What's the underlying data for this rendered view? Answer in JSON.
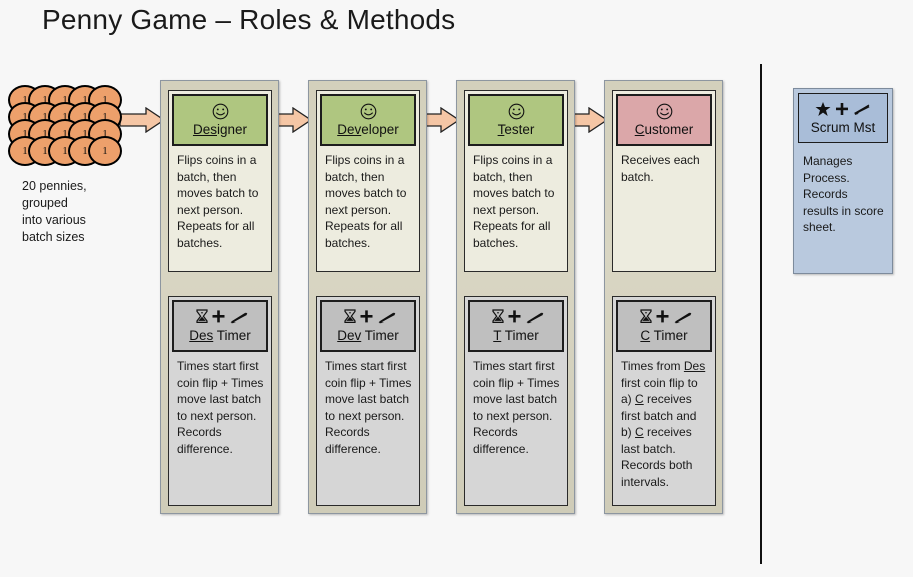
{
  "slide": {
    "title": "Penny Game – Roles & Methods",
    "background_color": "#f7f7f7"
  },
  "pennies": {
    "name": "penny-stack",
    "rows": 4,
    "columns": 5,
    "coin_count": 20,
    "coin_face_value": "1",
    "coin_color": "#eda06b",
    "caption": "20 pennies,\ngrouped\ninto various\nbatch sizes"
  },
  "flow_arrows": [
    {
      "name": "arrow-to-designer",
      "color": "#f5c6a5"
    },
    {
      "name": "arrow-to-developer",
      "color": "#f5c6a5"
    },
    {
      "name": "arrow-to-tester",
      "color": "#f5c6a5"
    },
    {
      "name": "arrow-to-customer",
      "color": "#f5c6a5"
    }
  ],
  "columns": [
    {
      "id": "designer",
      "role": {
        "icon": "smiley-icon",
        "label_underlined": "Des",
        "label_rest": "igner",
        "header_color": "#afc680",
        "body": "Flips coins in a batch, then moves batch to next person. Repeats for all batches."
      },
      "timer": {
        "icon": "hourglass-plus-pen-icon",
        "label_underlined": "Des",
        "label_rest": " Timer",
        "header_color": "#bfbfbf",
        "body": "Times start first coin flip + Times move last batch to next person. Records difference."
      }
    },
    {
      "id": "developer",
      "role": {
        "icon": "smiley-icon",
        "label_underlined": "Dev",
        "label_rest": "eloper",
        "header_color": "#afc680",
        "body": "Flips coins in a batch, then moves batch to next person. Repeats for all batches."
      },
      "timer": {
        "icon": "hourglass-plus-pen-icon",
        "label_underlined": "Dev",
        "label_rest": " Timer",
        "header_color": "#bfbfbf",
        "body": "Times start first coin flip + Times move last batch to next person. Records difference."
      }
    },
    {
      "id": "tester",
      "role": {
        "icon": "smiley-icon",
        "label_underlined": "T",
        "label_rest": "ester",
        "header_color": "#afc680",
        "body": "Flips coins in a batch, then moves batch to next person. Repeats for all batches."
      },
      "timer": {
        "icon": "hourglass-plus-pen-icon",
        "label_underlined": "T",
        "label_rest": " Timer",
        "header_color": "#bfbfbf",
        "body": "Times start first coin flip + Times move last batch to next person. Records difference."
      }
    },
    {
      "id": "customer",
      "role": {
        "icon": "smiley-icon",
        "label_underlined": "C",
        "label_rest": "ustomer",
        "header_color": "#dba7a9",
        "body": "Receives each batch."
      },
      "timer": {
        "icon": "hourglass-plus-pen-icon",
        "label_underlined": "C",
        "label_rest": " Timer",
        "header_color": "#bfbfbf",
        "body_html": "Times from <u>Des</u> first coin flip to a) <u>C</u> receives first batch and b) <u>C</u> receives last batch. Records both intervals."
      }
    }
  ],
  "scrum_master": {
    "icon": "star-plus-pen-icon",
    "label": "Scrum Mst",
    "header_color": "#a9bdd8",
    "panel_color": "#b9c9de",
    "body": "Manages Process. Records results in score sheet."
  },
  "divider": {
    "name": "vertical-divider",
    "color": "#111111"
  }
}
